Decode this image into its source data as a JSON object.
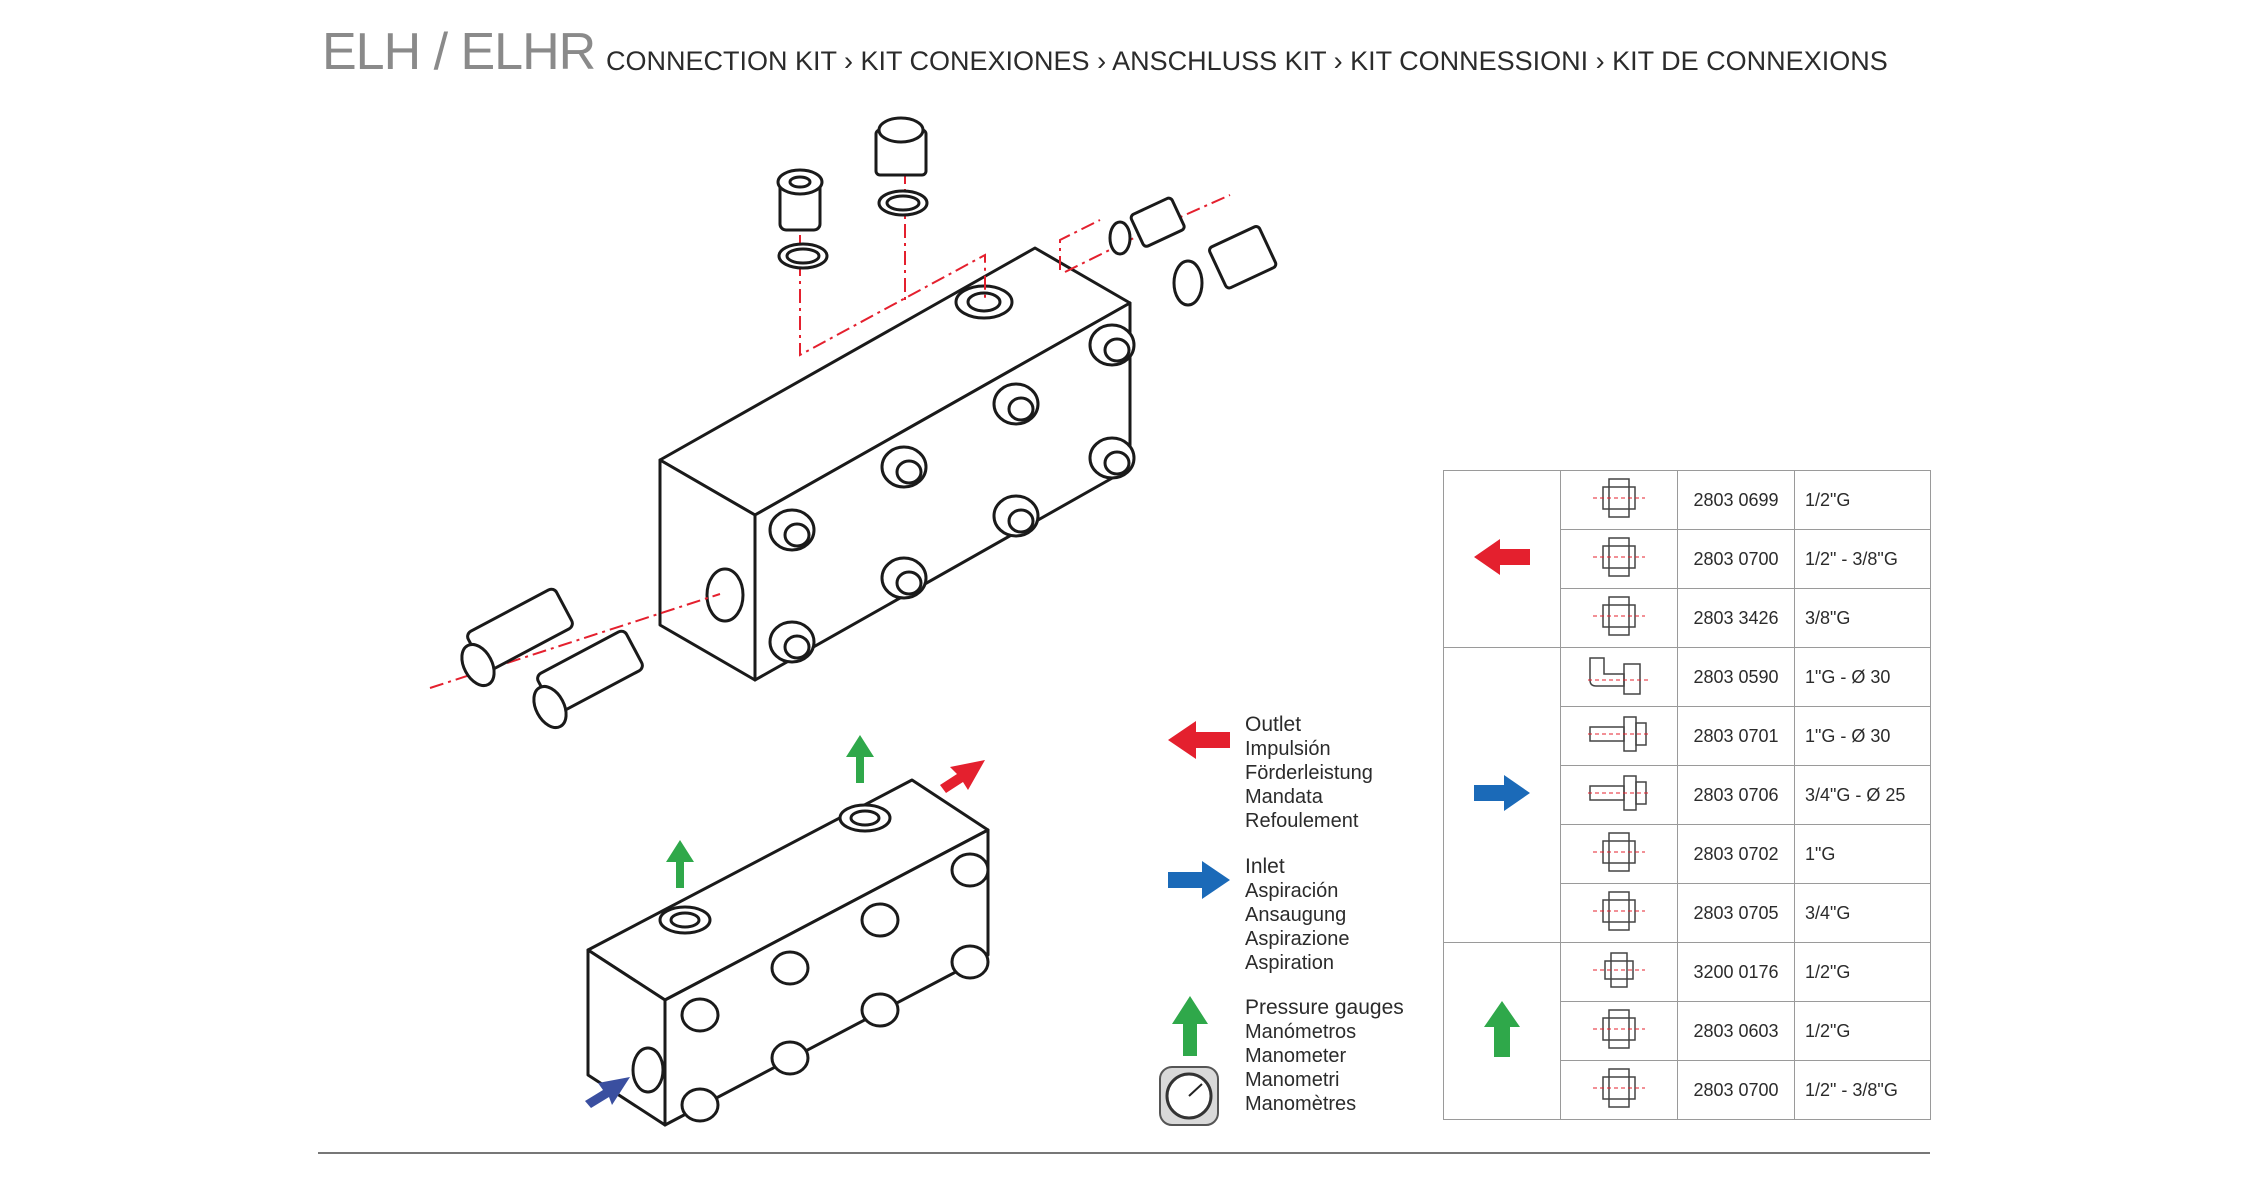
{
  "header": {
    "title": "ELH / ELHR",
    "subtitle": "CONNECTION KIT › KIT CONEXIONES › ANSCHLUSS KIT › KIT CONNESSIONI › KIT DE CONNEXIONS"
  },
  "legend": {
    "outlet": [
      "Outlet",
      "Impulsión",
      "Förderleistung",
      "Mandata",
      "Refoulement"
    ],
    "inlet": [
      "Inlet",
      "Aspiración",
      "Ansaugung",
      "Aspirazione",
      "Aspiration"
    ],
    "gauges": [
      "Pressure gauges",
      "Manómetros",
      "Manometer",
      "Manometri",
      "Manomètres"
    ]
  },
  "colors": {
    "outlet": "#e4202e",
    "inlet": "#1b6ab8",
    "gauges": "#2fa84a",
    "inlet_dark": "#3a4fa0"
  },
  "groups": [
    {
      "arrow": "red-arrow-left",
      "rows": [
        {
          "icon": "union-fitting-icon",
          "code": "2803 0699",
          "size": "1/2\"G"
        },
        {
          "icon": "union-fitting-icon",
          "code": "2803 0700",
          "size": "1/2\" - 3/8\"G"
        },
        {
          "icon": "union-fitting-icon",
          "code": "2803 3426",
          "size": "3/8\"G"
        }
      ]
    },
    {
      "arrow": "blue-arrow-right",
      "rows": [
        {
          "icon": "elbow-hose-fitting-icon",
          "code": "2803 0590",
          "size": "1\"G - Ø 30"
        },
        {
          "icon": "hose-fitting-icon",
          "code": "2803 0701",
          "size": "1\"G - Ø 30"
        },
        {
          "icon": "hose-fitting-icon",
          "code": "2803 0706",
          "size": "3/4\"G - Ø 25"
        },
        {
          "icon": "union-fitting-icon",
          "code": "2803 0702",
          "size": "1\"G"
        },
        {
          "icon": "union-fitting-icon",
          "code": "2803 0705",
          "size": "3/4\"G"
        }
      ]
    },
    {
      "arrow": "green-arrow-up",
      "rows": [
        {
          "icon": "small-fitting-icon",
          "code": "3200 0176",
          "size": "1/2\"G"
        },
        {
          "icon": "union-fitting-icon",
          "code": "2803 0603",
          "size": "1/2\"G"
        },
        {
          "icon": "union-fitting-icon",
          "code": "2803 0700",
          "size": "1/2\" - 3/8\"G"
        }
      ]
    }
  ]
}
